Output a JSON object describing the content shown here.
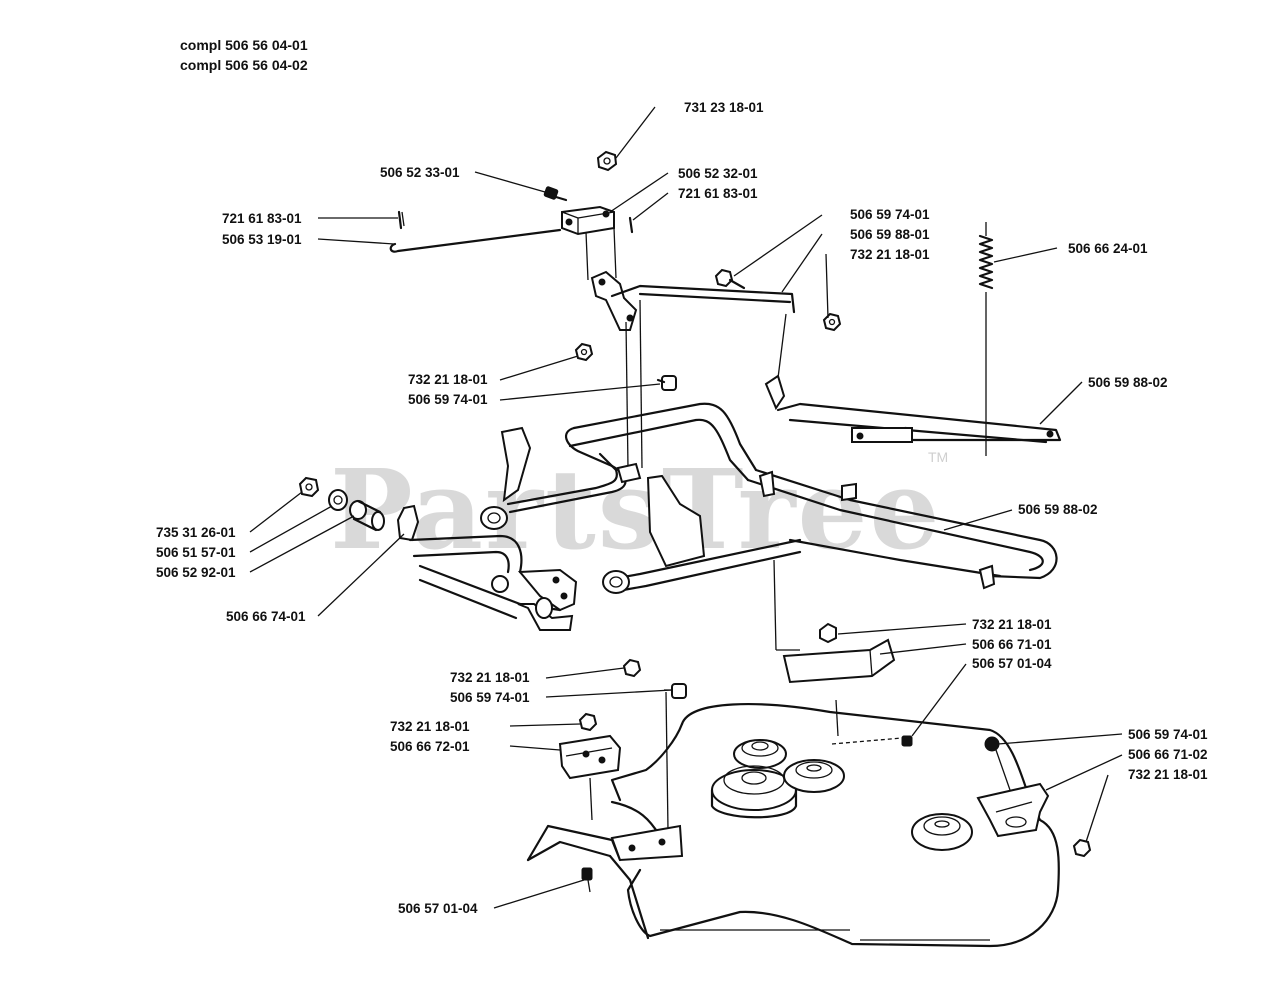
{
  "header": {
    "line1": "compl 506 56 04-01",
    "line2": "compl 506 56 04-02"
  },
  "watermark": {
    "text": "PartsTree",
    "tm": "TM"
  },
  "labels": {
    "l01": "731 23 18-01",
    "l02": "506 52 33-01",
    "l03": "506 52 32-01",
    "l04": "721 61 83-01",
    "l05": "721 61 83-01",
    "l06": "506 53 19-01",
    "l07": "506 59 74-01",
    "l08": "506 59 88-01",
    "l09": "732 21 18-01",
    "l10": "506 66 24-01",
    "l11": "732 21 18-01",
    "l12": "506 59 74-01",
    "l13": "506 59 88-02",
    "l14": "506 59 88-02",
    "l15": "735 31 26-01",
    "l16": "506 51 57-01",
    "l17": "506 52 92-01",
    "l18": "506 66 74-01",
    "l19": "732 21 18-01",
    "l20": "506 66 71-01",
    "l21": "506 57 01-04",
    "l22": "732 21 18-01",
    "l23": "506 59 74-01",
    "l24": "732 21 18-01",
    "l25": "506 66 72-01",
    "l26": "506 59 74-01",
    "l27": "506 66 71-02",
    "l28": "732 21 18-01",
    "l29": "506 57 01-04"
  }
}
